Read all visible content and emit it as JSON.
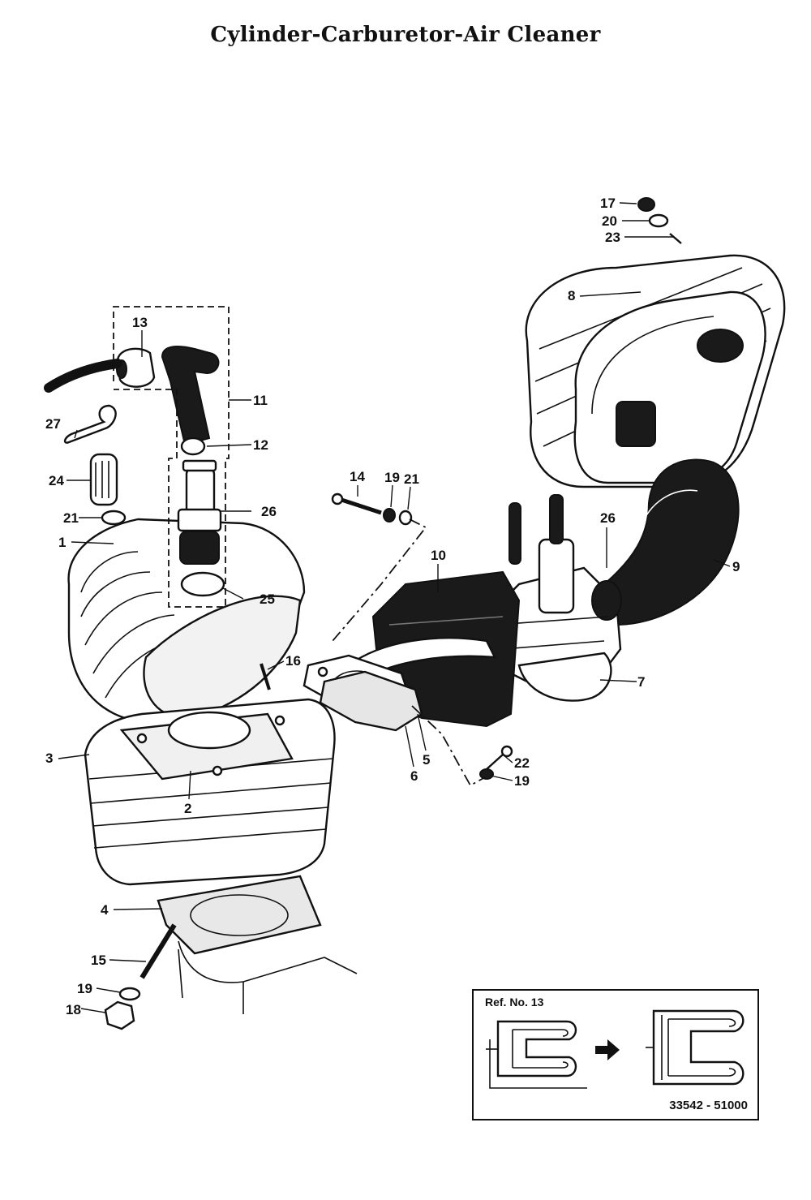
{
  "title": "Cylinder-Carburetor-Air Cleaner",
  "callouts": [
    {
      "id": "c1",
      "label": "1"
    },
    {
      "id": "c2",
      "label": "2"
    },
    {
      "id": "c3",
      "label": "3"
    },
    {
      "id": "c4",
      "label": "4"
    },
    {
      "id": "c5",
      "label": "5"
    },
    {
      "id": "c6",
      "label": "6"
    },
    {
      "id": "c7",
      "label": "7"
    },
    {
      "id": "c8",
      "label": "8"
    },
    {
      "id": "c9",
      "label": "9"
    },
    {
      "id": "c10",
      "label": "10"
    },
    {
      "id": "c11",
      "label": "11"
    },
    {
      "id": "c12",
      "label": "12"
    },
    {
      "id": "c13",
      "label": "13"
    },
    {
      "id": "c14",
      "label": "14"
    },
    {
      "id": "c15",
      "label": "15"
    },
    {
      "id": "c16",
      "label": "16"
    },
    {
      "id": "c17",
      "label": "17"
    },
    {
      "id": "c18",
      "label": "18"
    },
    {
      "id": "c19a",
      "label": "19"
    },
    {
      "id": "c19b",
      "label": "19"
    },
    {
      "id": "c19c",
      "label": "19"
    },
    {
      "id": "c20",
      "label": "20"
    },
    {
      "id": "c21a",
      "label": "21"
    },
    {
      "id": "c21b",
      "label": "21"
    },
    {
      "id": "c22",
      "label": "22"
    },
    {
      "id": "c23",
      "label": "23"
    },
    {
      "id": "c24",
      "label": "24"
    },
    {
      "id": "c25",
      "label": "25"
    },
    {
      "id": "c26a",
      "label": "26"
    },
    {
      "id": "c26b",
      "label": "26"
    },
    {
      "id": "c27",
      "label": "27"
    }
  ],
  "inset": {
    "ref": "Ref. No. 13",
    "part_number": "33542 - 51000"
  }
}
